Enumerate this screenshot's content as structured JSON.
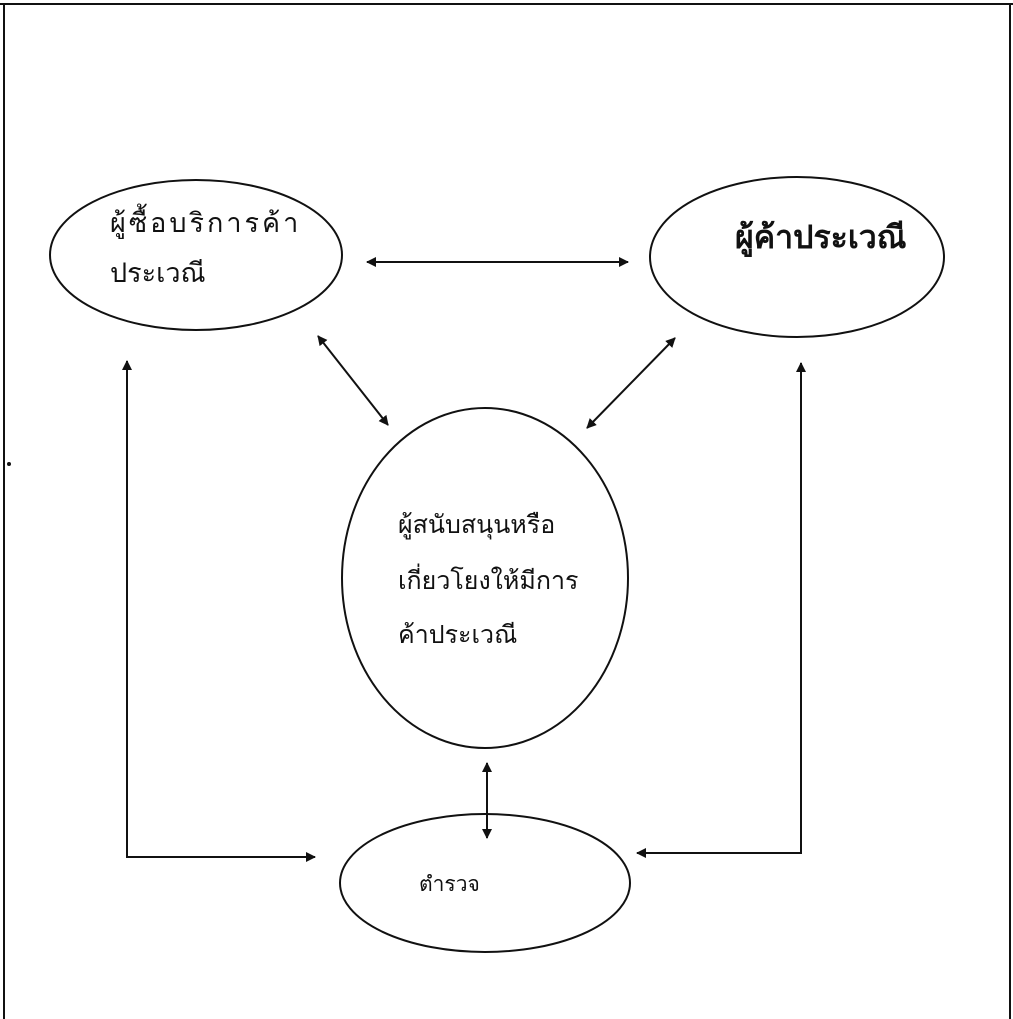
{
  "diagram": {
    "nodes": {
      "buyer": {
        "lines": [
          "ผู้ซื้อบริการค้า",
          "ประเวณี"
        ]
      },
      "trader": {
        "label": "ผู้ค้าประเวณี"
      },
      "supporter": {
        "lines": [
          "ผู้สนับสนุนหรือ",
          "เกี่ยวโยงให้มีการ",
          "ค้าประเวณี"
        ]
      },
      "police": {
        "label": "ตำรวจ"
      }
    },
    "edges": [
      {
        "from": "buyer",
        "to": "trader",
        "direction": "both"
      },
      {
        "from": "buyer",
        "to": "supporter",
        "direction": "both"
      },
      {
        "from": "trader",
        "to": "supporter",
        "direction": "both"
      },
      {
        "from": "supporter",
        "to": "police",
        "direction": "both"
      },
      {
        "from": "buyer",
        "to": "police",
        "direction": "both"
      },
      {
        "from": "trader",
        "to": "police",
        "direction": "both"
      }
    ],
    "colors": {
      "line": "#111111",
      "background": "#ffffff"
    }
  }
}
